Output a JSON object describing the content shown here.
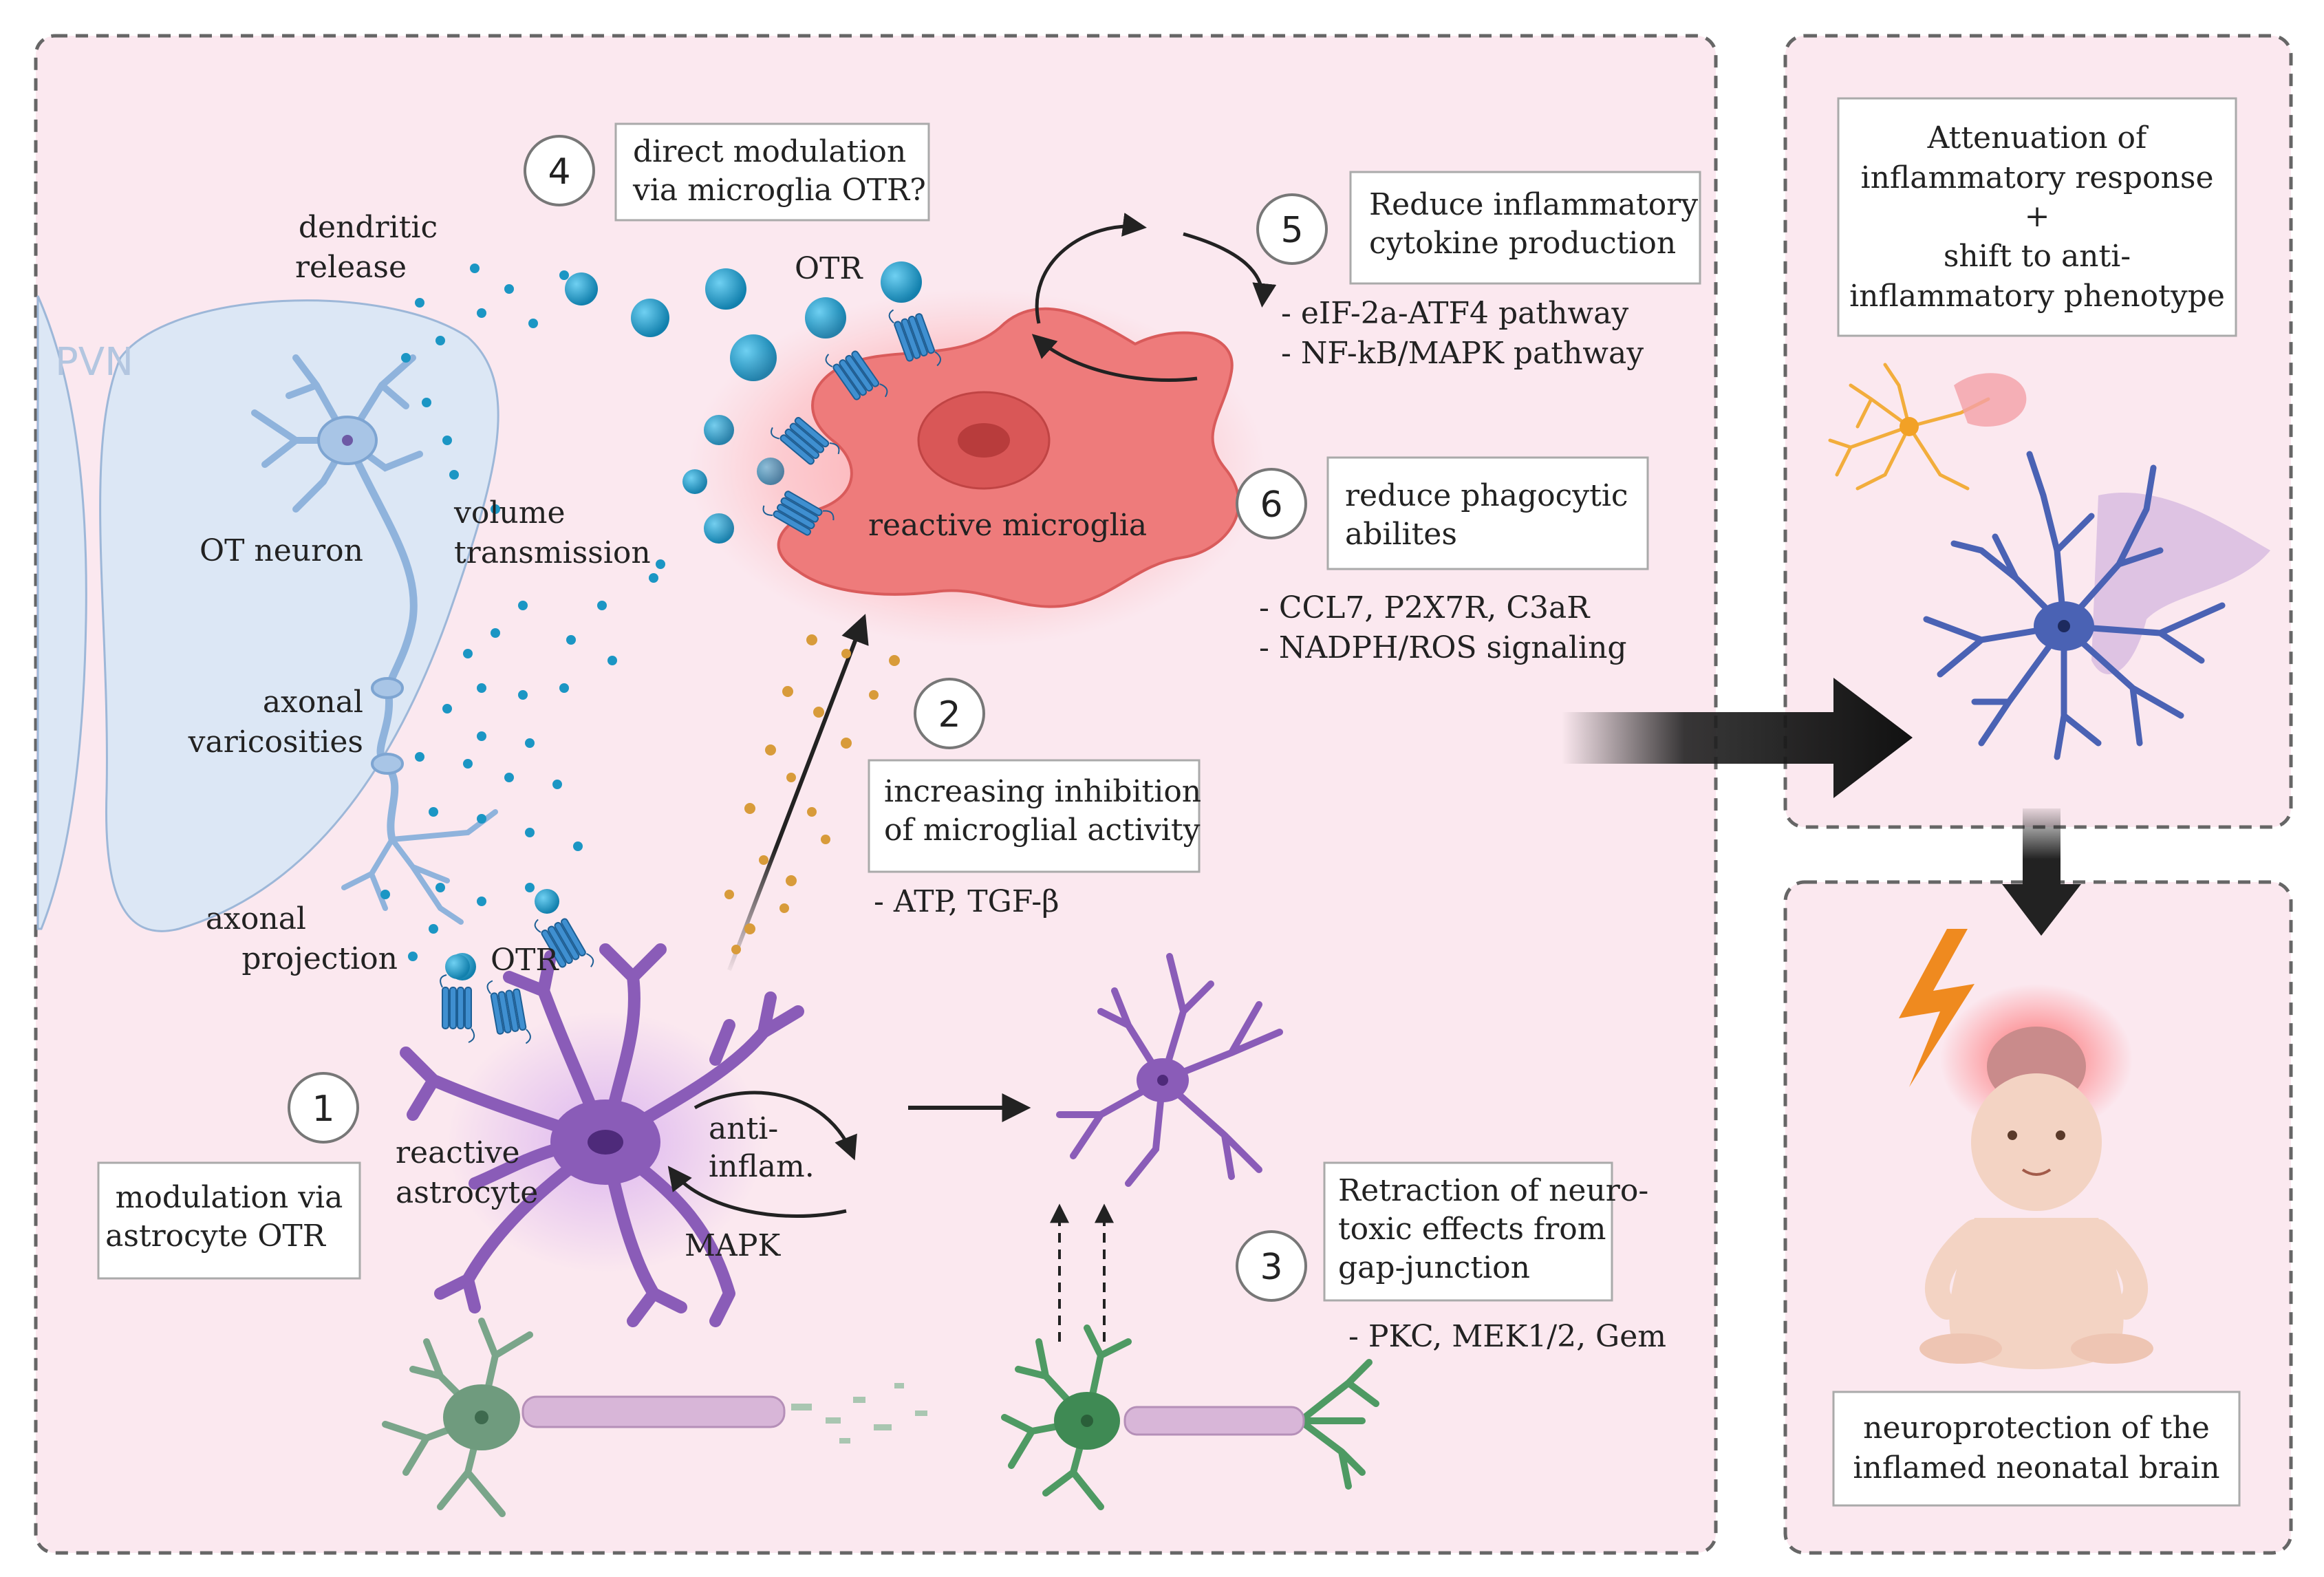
{
  "region": "PVN",
  "labels": {
    "dendritic_release": [
      "dendritic",
      "release"
    ],
    "ot_neuron": "OT neuron",
    "volume_transmission": [
      "volume",
      "transmission"
    ],
    "axonal_varicosities": [
      "axonal",
      "varicosities"
    ],
    "axonal_projection": [
      "axonal",
      "projection"
    ],
    "otr_top": "OTR",
    "otr_bottom": "OTR",
    "reactive_microglia": "reactive microglia",
    "reactive_astrocyte": [
      "reactive",
      "astrocyte"
    ],
    "anti_inflam": [
      "anti-",
      "inflam."
    ],
    "mapk": "MAPK"
  },
  "steps": [
    {
      "num": "1",
      "box": [
        "modulation via",
        "astrocyte OTR"
      ],
      "details": []
    },
    {
      "num": "2",
      "box": [
        "increasing inhibition",
        "of microglial activity"
      ],
      "details": [
        "- ATP, TGF-β"
      ]
    },
    {
      "num": "3",
      "box": [
        "Retraction of neuro-",
        "toxic effects from",
        "gap-junction"
      ],
      "details": [
        "- PKC, MEK1/2, Gem"
      ]
    },
    {
      "num": "4",
      "box": [
        "direct modulation",
        "via microglia OTR?"
      ],
      "details": []
    },
    {
      "num": "5",
      "box": [
        "Reduce inflammatory",
        "cytokine production"
      ],
      "details": [
        "- eIF-2a-ATF4 pathway",
        "- NF-kB/MAPK pathway"
      ]
    },
    {
      "num": "6",
      "box": [
        "reduce phagocytic",
        "abilites"
      ],
      "details": [
        "- CCL7, P2X7R, C3aR",
        "- NADPH/ROS signaling"
      ]
    }
  ],
  "outcome": {
    "top_box": [
      "Attenuation of",
      "inflammatory response",
      "+",
      "shift to anti-",
      "inflammatory phenotype"
    ],
    "bottom_box": [
      "neuroprotection of the",
      "inflamed neonatal brain"
    ]
  },
  "colors": {
    "panel_bg": "#fbe8ef",
    "panel_border": "#666666",
    "pvn_fill": "#dce7f5",
    "neuron": "#8fb3dc",
    "dots": "#1b96c4",
    "receptor": "#3f8fd0",
    "microglia": "#ee7b7b",
    "astrocyte": "#8a5cb8",
    "healthy_astrocyte": "#4a62b4",
    "arrow": "#222222"
  }
}
